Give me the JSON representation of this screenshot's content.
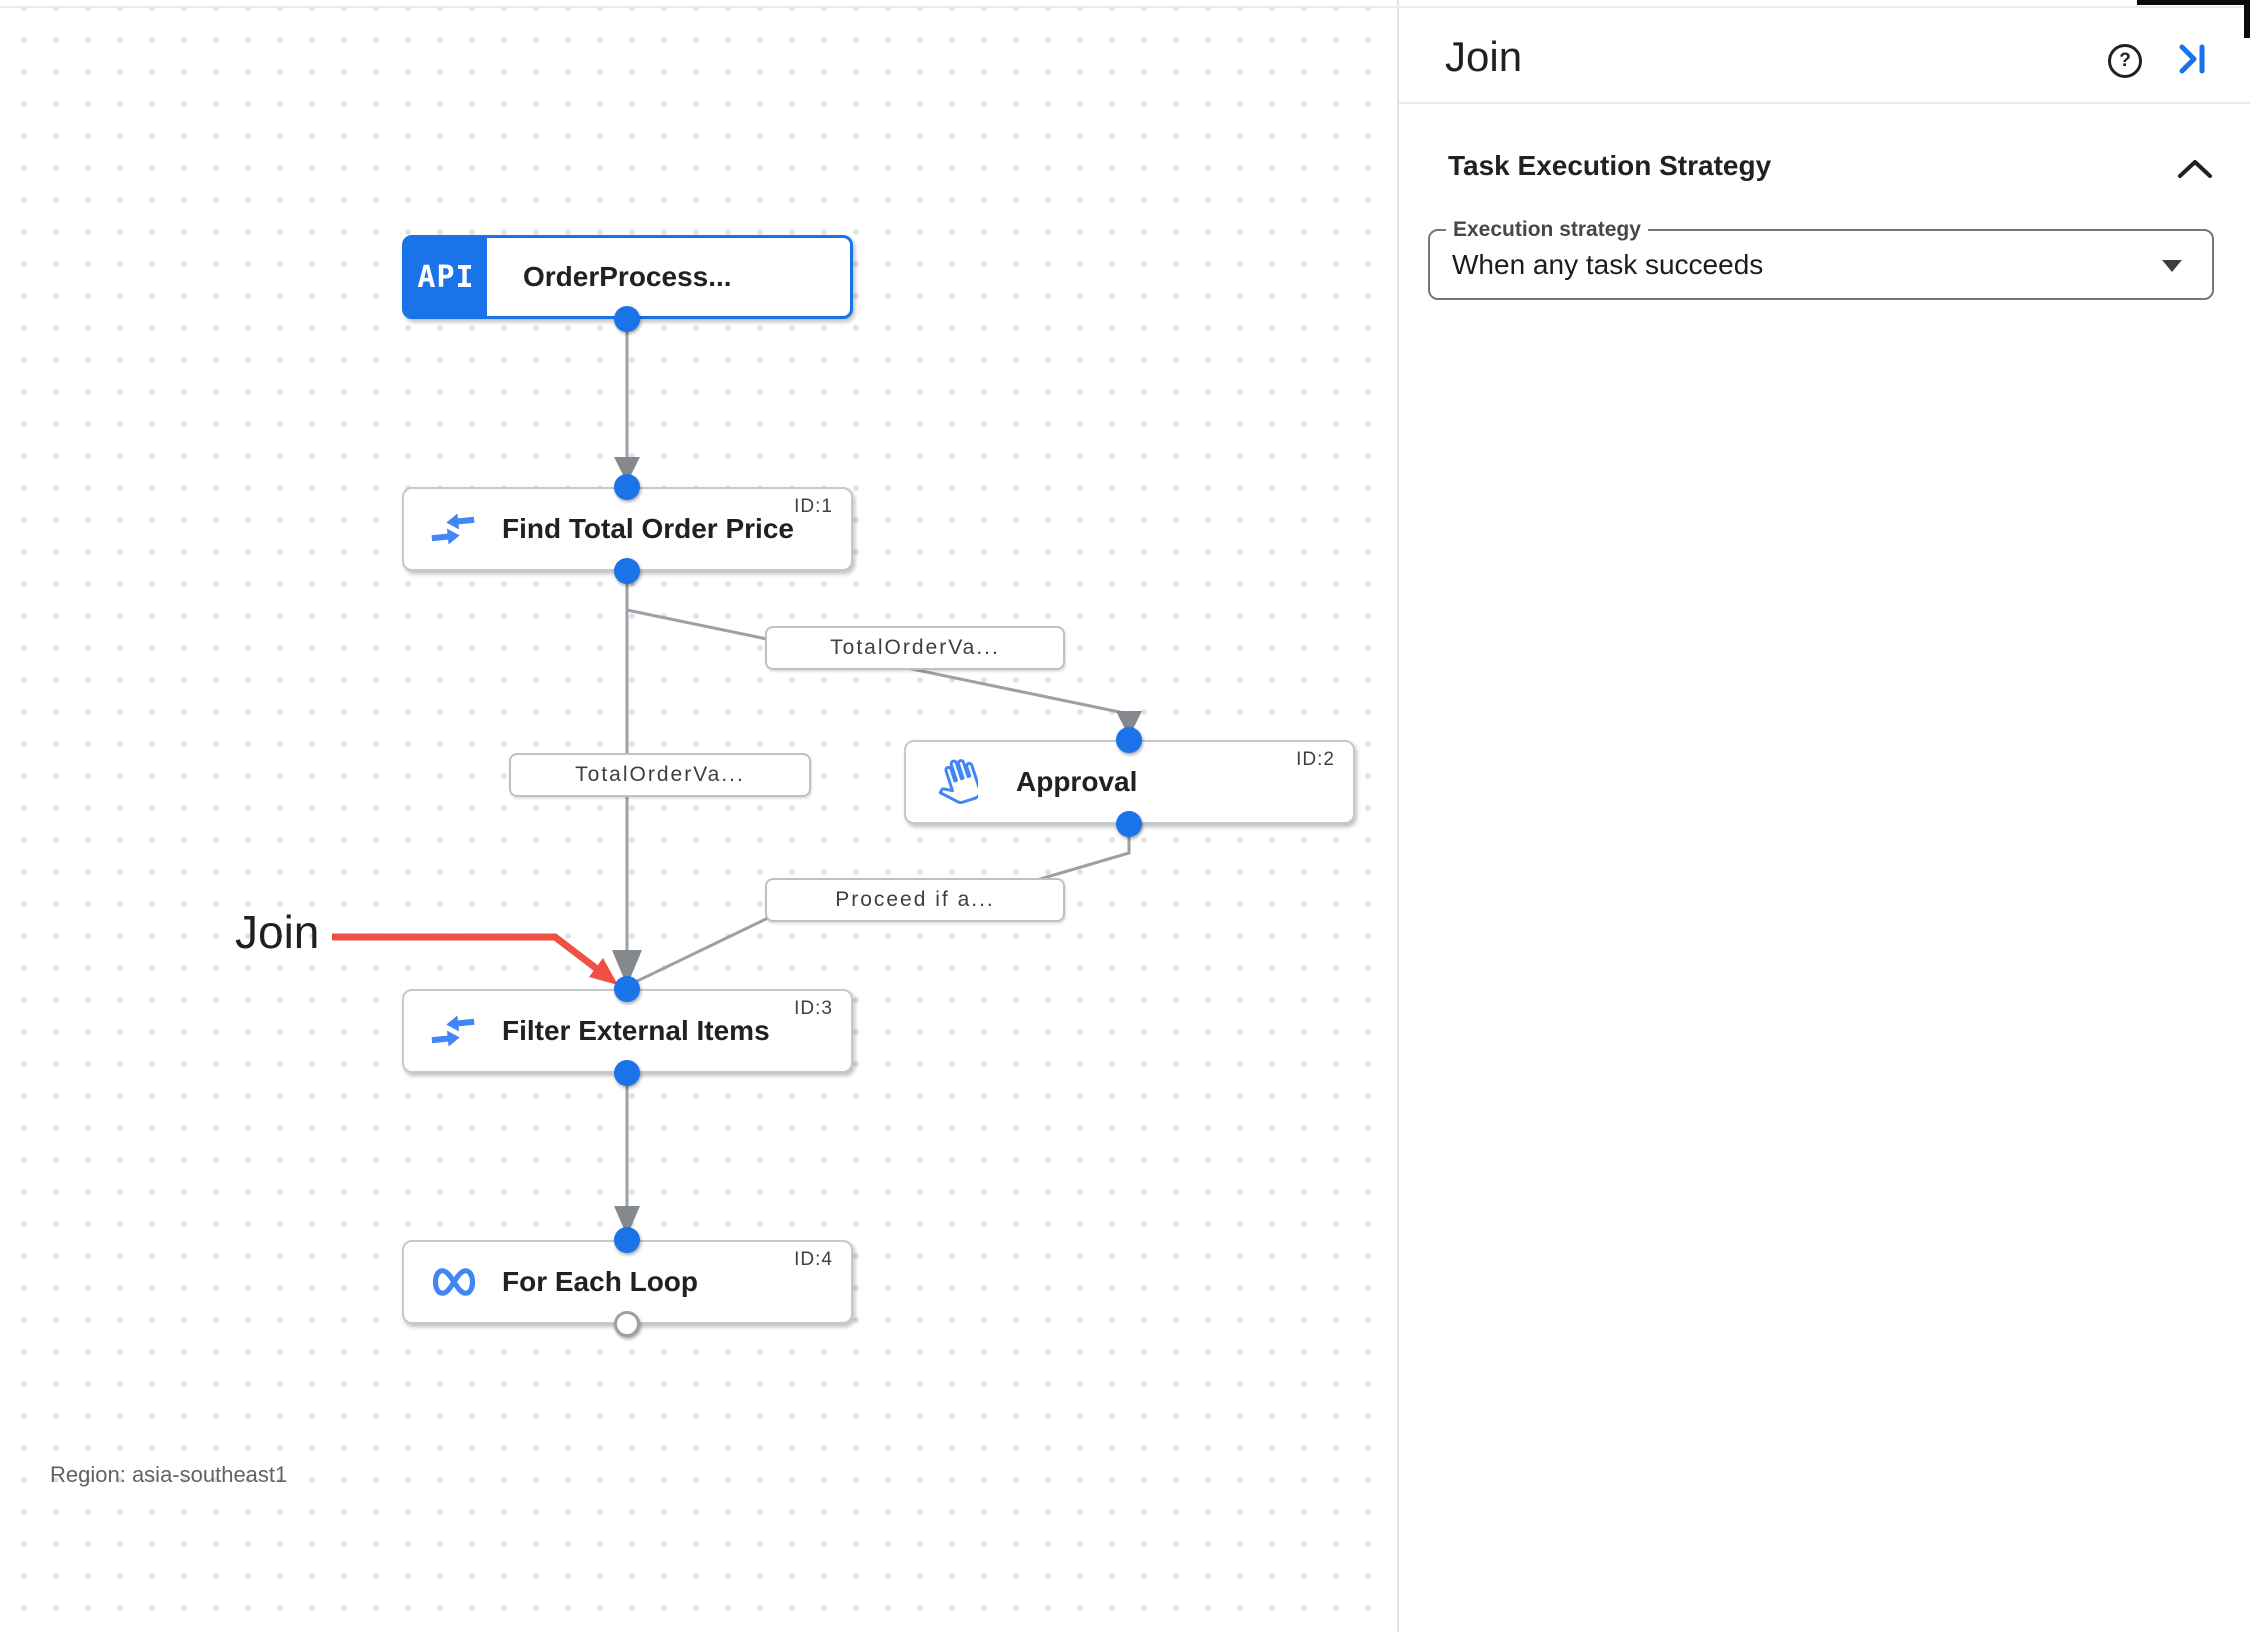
{
  "panel": {
    "title": "Join",
    "help_glyph": "?",
    "section": {
      "title": "Task Execution Strategy",
      "field_label": "Execution strategy",
      "field_value": "When any task succeeds"
    }
  },
  "canvas": {
    "region_label": "Region: asia-southeast1",
    "annotation_label": "Join",
    "edge_labels": [
      "TotalOrderVa...",
      "TotalOrderVa...",
      "Proceed if a..."
    ],
    "nodes": [
      {
        "title": "OrderProcess...",
        "badge": "API",
        "id_label": ""
      },
      {
        "title": "Find Total Order Price",
        "id_label": "ID:1"
      },
      {
        "title": "Approval",
        "id_label": "ID:2"
      },
      {
        "title": "Filter External Items",
        "id_label": "ID:3"
      },
      {
        "title": "For Each Loop",
        "id_label": "ID:4"
      }
    ],
    "colors": {
      "accent_blue": "#1a73e8",
      "icon_blue": "#4285f4",
      "edge_gray": "#9aa0a6",
      "annotation_red": "#ef5044"
    }
  }
}
